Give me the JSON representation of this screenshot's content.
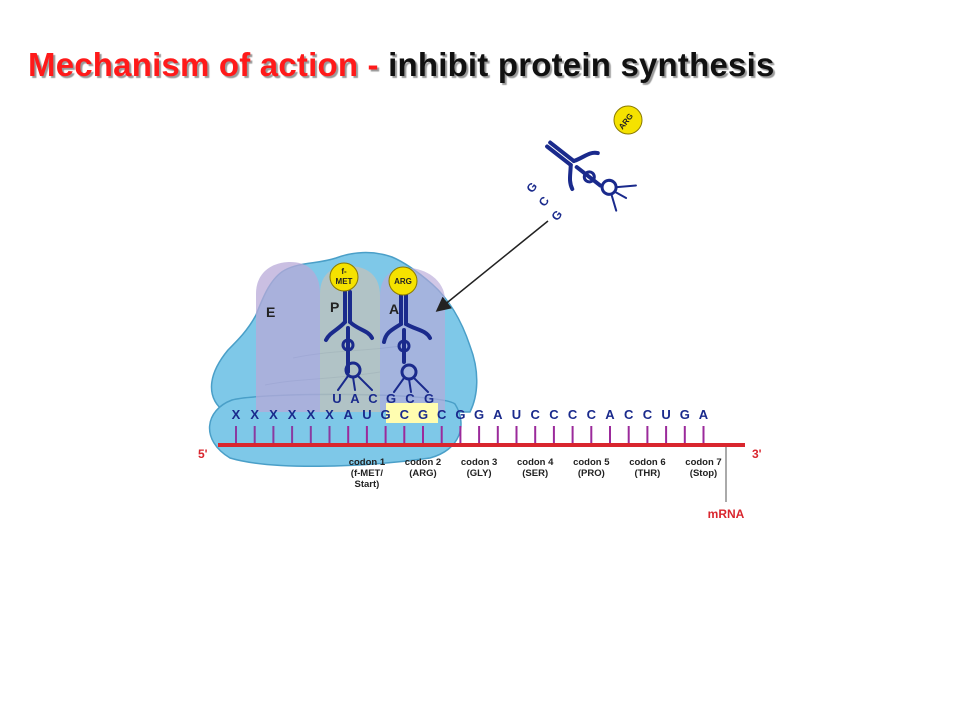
{
  "title": {
    "part1": "Mechanism of action - ",
    "part2": "inhibit protein synthesis"
  },
  "colors": {
    "title_red": "#ff1a1a",
    "ribosome": "#7ec8e8",
    "trna": "#1a2a8c",
    "amino": "#f5e200",
    "mrna": "#d9262e",
    "codon_tick": "#9b2a9b",
    "highlight": "#fffdb0"
  },
  "ribosome_sites": [
    "E",
    "P",
    "A"
  ],
  "trna_p": {
    "amino": [
      "f-",
      "MET"
    ],
    "anticodon": [
      "U",
      "A",
      "C"
    ]
  },
  "trna_a": {
    "amino": "ARG",
    "anticodon": [
      "G",
      "C",
      "G"
    ]
  },
  "trna_incoming": {
    "amino": "ARG",
    "anticodon": [
      "G",
      "C",
      "G"
    ]
  },
  "mrna_bases": [
    "X",
    "X",
    "X",
    "X",
    "X",
    "X",
    "A",
    "U",
    "G",
    "C",
    "G",
    "C",
    "G",
    "G",
    "A",
    "U",
    "C",
    "C",
    "C",
    "C",
    "A",
    "C",
    "C",
    "U",
    "G",
    "A"
  ],
  "mrna_ends": {
    "five": "5'",
    "three": "3'"
  },
  "mrna_label": "mRNA",
  "codons": [
    [
      "codon 1",
      "(f-MET/",
      "Start)"
    ],
    [
      "codon 2",
      "(ARG)"
    ],
    [
      "codon 3",
      "(GLY)"
    ],
    [
      "codon 4",
      "(SER)"
    ],
    [
      "codon 5",
      "(PRO)"
    ],
    [
      "codon 6",
      "(THR)"
    ],
    [
      "codon 7",
      "(Stop)"
    ]
  ]
}
